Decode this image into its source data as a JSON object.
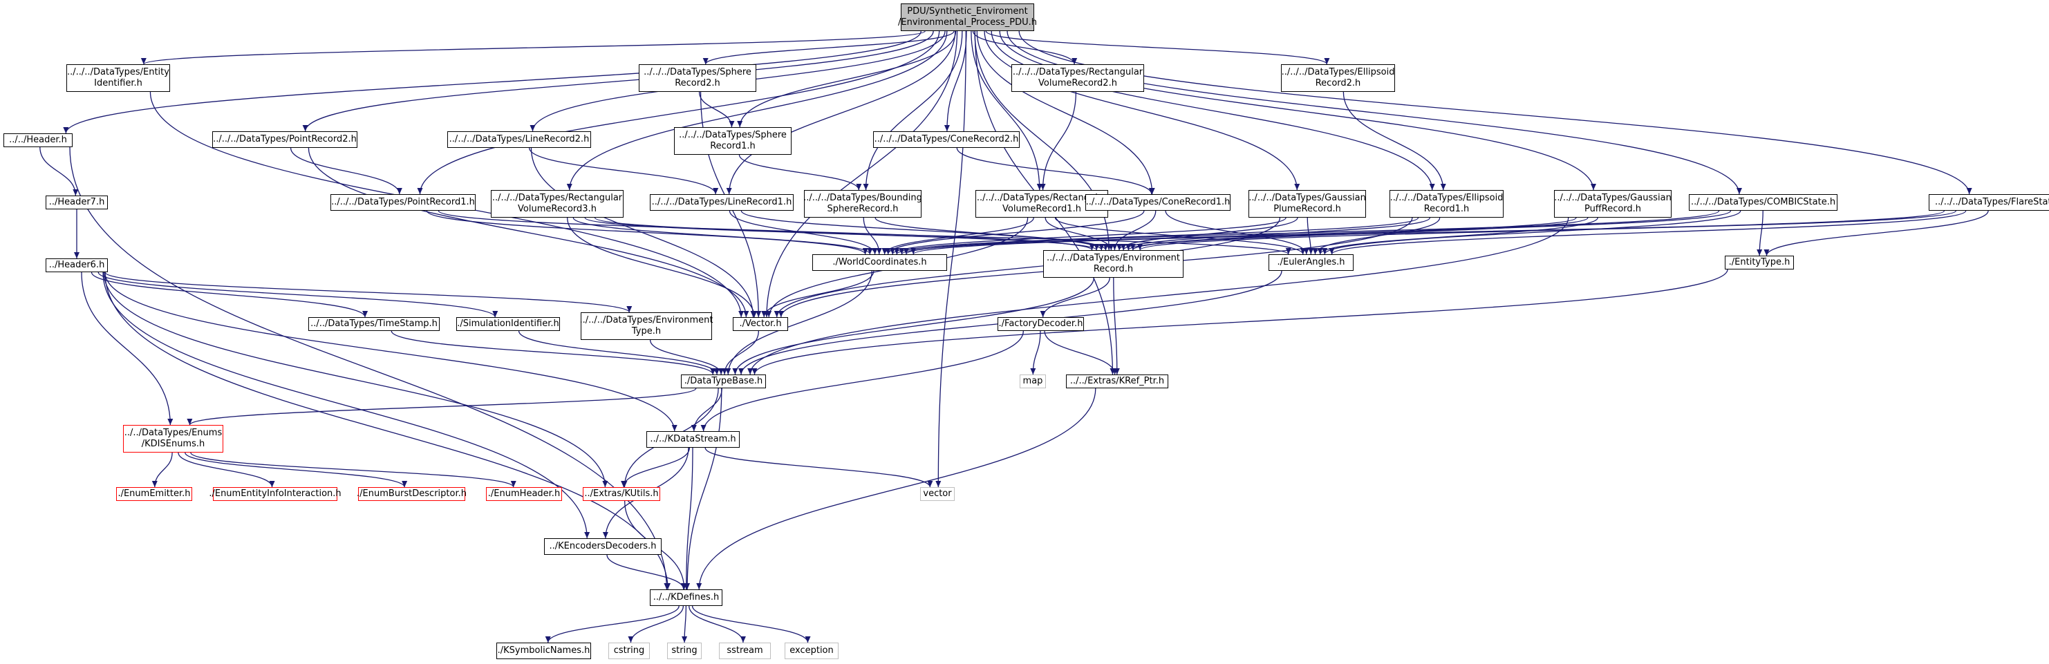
{
  "colors": {
    "edge": "#191970",
    "border": "#000000",
    "missing": "#ff0000",
    "external": "#bfbfbf",
    "root_fill": "#bfbfbf"
  },
  "nodes": {
    "root": {
      "label": "PDU/Synthetic_Enviroment\n/Environmental_Process_PDU.h",
      "kind": "root"
    },
    "entity_identifier": {
      "label": "../../../DataTypes/Entity\nIdentifier.h",
      "kind": "normal"
    },
    "sphere_record2": {
      "label": "../../../DataTypes/Sphere\nRecord2.h",
      "kind": "normal"
    },
    "rect_volume_record2": {
      "label": "../../../DataTypes/Rectangular\nVolumeRecord2.h",
      "kind": "normal"
    },
    "ellipsoid_record2": {
      "label": "../../../DataTypes/Ellipsoid\nRecord2.h",
      "kind": "normal"
    },
    "header": {
      "label": "../../Header.h",
      "kind": "normal"
    },
    "point_record2": {
      "label": "../../../DataTypes/PointRecord2.h",
      "kind": "normal"
    },
    "line_record2": {
      "label": "../../../DataTypes/LineRecord2.h",
      "kind": "normal"
    },
    "sphere_record1": {
      "label": "../../../DataTypes/Sphere\nRecord1.h",
      "kind": "normal"
    },
    "cone_record2": {
      "label": "../../../DataTypes/ConeRecord2.h",
      "kind": "normal"
    },
    "header7": {
      "label": "../Header7.h",
      "kind": "normal"
    },
    "point_record1": {
      "label": "../../../DataTypes/PointRecord1.h",
      "kind": "normal"
    },
    "rect_volume_record3": {
      "label": "../../../DataTypes/Rectangular\nVolumeRecord3.h",
      "kind": "normal"
    },
    "line_record1": {
      "label": "../../../DataTypes/LineRecord1.h",
      "kind": "normal"
    },
    "bounding_sphere_record": {
      "label": "../../../DataTypes/Bounding\nSphereRecord.h",
      "kind": "normal"
    },
    "rect_volume_record1": {
      "label": "../../../DataTypes/Rectangular\nVolumeRecord1.h",
      "kind": "normal"
    },
    "cone_record1": {
      "label": "../../../DataTypes/ConeRecord1.h",
      "kind": "normal"
    },
    "gaussian_plume_record": {
      "label": "../../../DataTypes/Gaussian\nPlumeRecord.h",
      "kind": "normal"
    },
    "ellipsoid_record1": {
      "label": "../../../DataTypes/Ellipsoid\nRecord1.h",
      "kind": "normal"
    },
    "gaussian_puff_record": {
      "label": "../../../DataTypes/Gaussian\nPuffRecord.h",
      "kind": "normal"
    },
    "combic_state": {
      "label": "../../../DataTypes/COMBICState.h",
      "kind": "normal"
    },
    "flare_state": {
      "label": "../../../DataTypes/FlareState.h",
      "kind": "normal"
    },
    "header6": {
      "label": "../Header6.h",
      "kind": "normal"
    },
    "world_coordinates": {
      "label": "./WorldCoordinates.h",
      "kind": "normal"
    },
    "environment_record": {
      "label": "../../../DataTypes/Environment\nRecord.h",
      "kind": "normal"
    },
    "euler_angles": {
      "label": "./EulerAngles.h",
      "kind": "normal"
    },
    "entity_type": {
      "label": "./EntityType.h",
      "kind": "normal"
    },
    "time_stamp": {
      "label": "../../DataTypes/TimeStamp.h",
      "kind": "normal"
    },
    "simulation_identifier": {
      "label": "./SimulationIdentifier.h",
      "kind": "normal"
    },
    "environment_type": {
      "label": "../../../DataTypes/Environment\nType.h",
      "kind": "normal"
    },
    "vector": {
      "label": "./Vector.h",
      "kind": "normal"
    },
    "factory_decoder": {
      "label": "./FactoryDecoder.h",
      "kind": "normal"
    },
    "map": {
      "label": "map",
      "kind": "external"
    },
    "data_type_base": {
      "label": "./DataTypeBase.h",
      "kind": "normal"
    },
    "kref_ptr": {
      "label": "../../Extras/KRef_Ptr.h",
      "kind": "normal"
    },
    "kdis_enums": {
      "label": "../../DataTypes/Enums\n/KDISEnums.h",
      "kind": "missing"
    },
    "kdata_stream": {
      "label": "../../KDataStream.h",
      "kind": "normal"
    },
    "enum_emitter": {
      "label": "./EnumEmitter.h",
      "kind": "missing"
    },
    "enum_entity_info": {
      "label": "./EnumEntityInfoInteraction.h",
      "kind": "missing"
    },
    "enum_burst": {
      "label": "./EnumBurstDescriptor.h",
      "kind": "missing"
    },
    "enum_header": {
      "label": "./EnumHeader.h",
      "kind": "missing"
    },
    "kutils": {
      "label": "../Extras/KUtils.h",
      "kind": "missing"
    },
    "vector_std": {
      "label": "vector",
      "kind": "external"
    },
    "kencoders": {
      "label": "../KEncodersDecoders.h",
      "kind": "normal"
    },
    "kdefines": {
      "label": "../../KDefines.h",
      "kind": "normal"
    },
    "ksymbolic": {
      "label": "./KSymbolicNames.h",
      "kind": "normal"
    },
    "cstring": {
      "label": "cstring",
      "kind": "external"
    },
    "string": {
      "label": "string",
      "kind": "external"
    },
    "sstream": {
      "label": "sstream",
      "kind": "external"
    },
    "exception": {
      "label": "exception",
      "kind": "external"
    }
  }
}
